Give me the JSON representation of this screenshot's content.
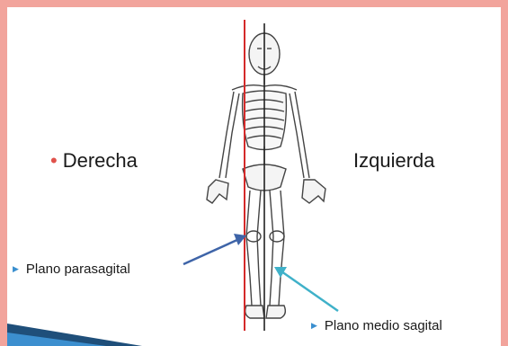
{
  "labels": {
    "right_side": "Derecha",
    "left_side": "Izquierda",
    "parasagittal": "Plano parasagital",
    "mid_sagittal": "Plano medio sagital"
  },
  "colors": {
    "background": "#f2a49c",
    "parasagittal_line": "#d42a2a",
    "mid_sagittal_line": "#222222",
    "parasagittal_arrow": "#3e64a8",
    "mid_sagittal_arrow": "#3fb1c9",
    "bullet": "#e0524b"
  },
  "icons": [
    "bullet-dot",
    "triangle-bullet-icon",
    "skeleton-figure"
  ]
}
